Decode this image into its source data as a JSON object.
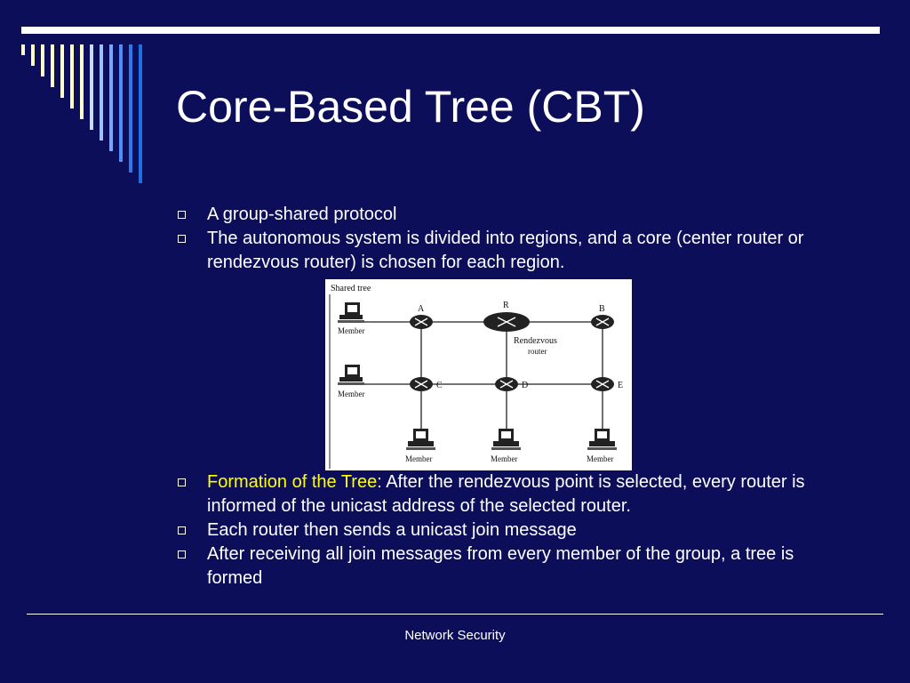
{
  "slide": {
    "title": "Core-Based Tree (CBT)",
    "bullets_top": [
      {
        "text": "A group-shared protocol"
      },
      {
        "text": "The autonomous system is divided into regions, and a core (center router or rendezvous router) is chosen for each region."
      }
    ],
    "bullets_bottom": [
      {
        "highlight": "Formation of the Tree",
        "text": ": After the rendezvous point is selected, every router is informed of the unicast address of the selected router."
      },
      {
        "text": "Each router then sends a unicast join message"
      },
      {
        "text": "After receiving all join messages from every member of the group, a tree is formed"
      }
    ],
    "footer": "Network Security",
    "colors": {
      "background": "#0c0e5a",
      "text": "#ffffff",
      "highlight": "#ffff00",
      "stripe_light": "#ffffcc",
      "stripe_blue": "#1e6fe0"
    }
  },
  "figure": {
    "caption": "Shared tree",
    "routers": [
      {
        "id": "A",
        "label": "A"
      },
      {
        "id": "R",
        "label": "R"
      },
      {
        "id": "B",
        "label": "B"
      },
      {
        "id": "C",
        "label": "C"
      },
      {
        "id": "D",
        "label": "D"
      },
      {
        "id": "E",
        "label": "E"
      }
    ],
    "rendezvous_label": [
      "Rendezvous",
      "router"
    ],
    "member_label": "Member"
  }
}
